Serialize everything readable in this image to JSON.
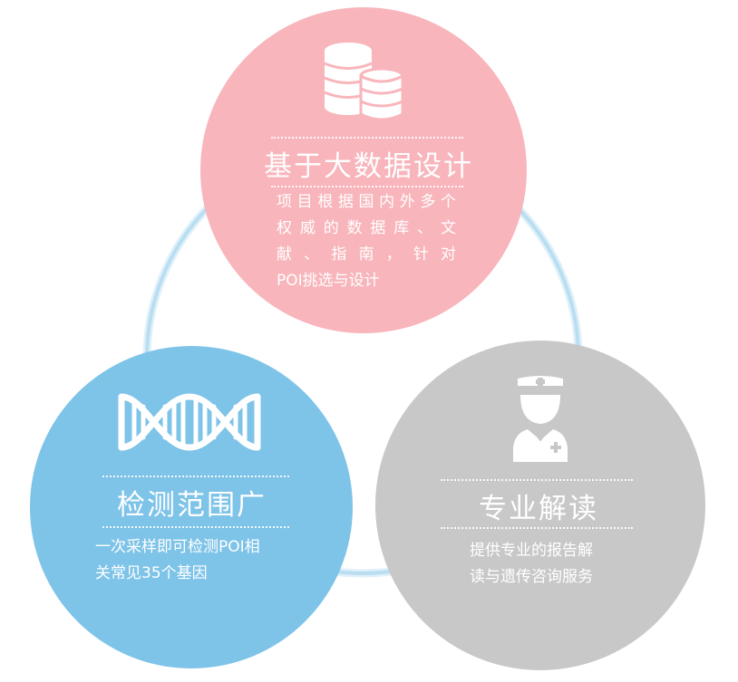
{
  "colors": {
    "ring": "#b9def1",
    "top_circle": "#f8b5bb",
    "left_circle": "#7ec3e8",
    "right_circle": "#c8c8c8",
    "text": "#ffffff"
  },
  "top": {
    "icon": "database-coins-icon",
    "title": "基于大数据设计",
    "desc_lines": [
      "项目根据国内外多个",
      "权威的数据库、文",
      "献、指南，针对",
      "POI挑选与设计"
    ]
  },
  "left": {
    "icon": "dna-helix-icon",
    "title": "检测范围广",
    "desc_lines": [
      "一次采样即可检测POI相",
      "关常见35个基因"
    ]
  },
  "right": {
    "icon": "nurse-icon",
    "title": "专业解读",
    "desc_lines": [
      "提供专业的报告解",
      "读与遗传咨询服务"
    ]
  }
}
